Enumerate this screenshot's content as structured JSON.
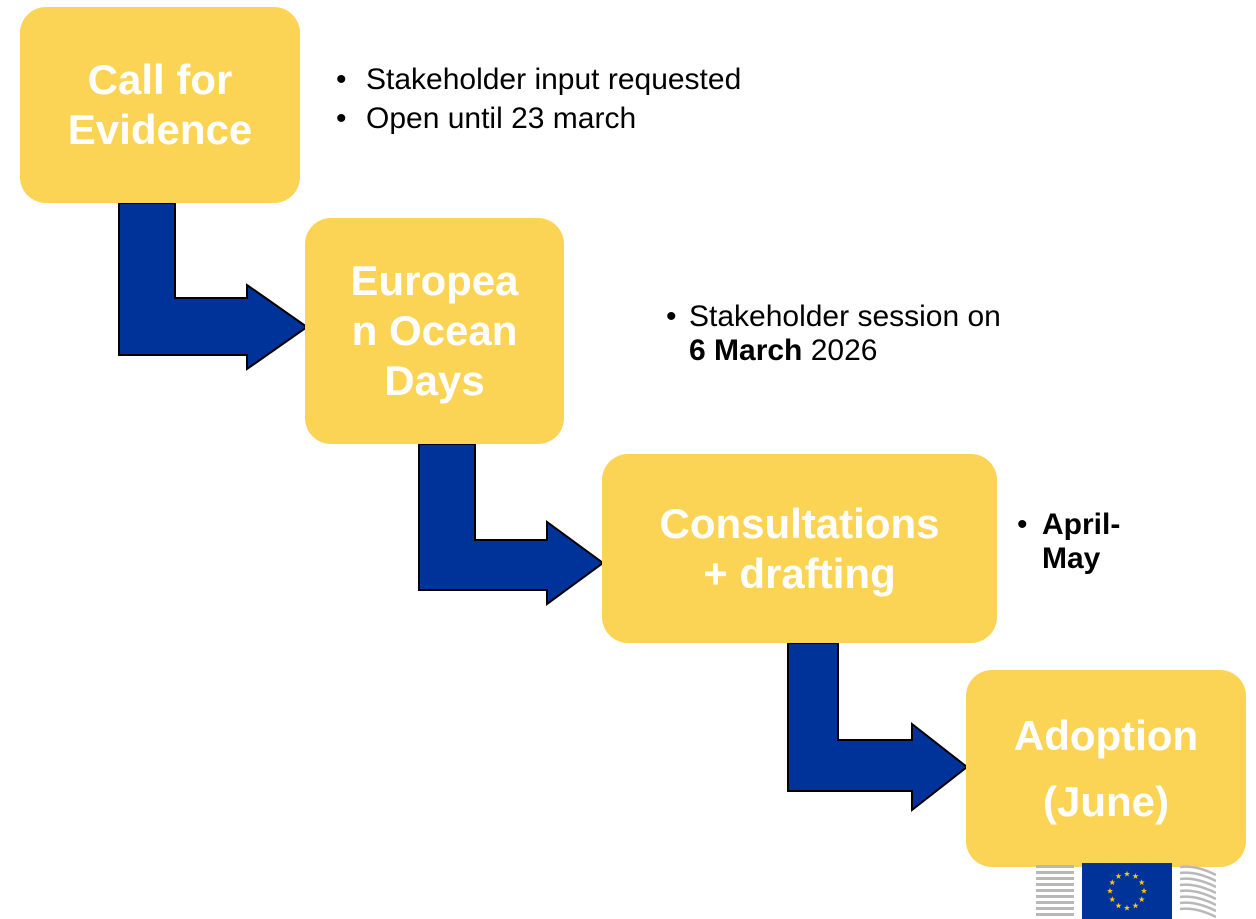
{
  "steps": [
    {
      "lines": [
        "Call for",
        "Evidence"
      ]
    },
    {
      "lines": [
        "Europea",
        "n Ocean",
        "Days"
      ]
    },
    {
      "lines": [
        "Consultations",
        "+ drafting"
      ]
    },
    {
      "lines": [
        "Adoption",
        "(June)"
      ]
    }
  ],
  "notes": {
    "call_for_evidence": [
      "Stakeholder input requested",
      "Open until 23 march"
    ],
    "ocean_days": {
      "line1": "Stakeholder session on",
      "date_bold": "6 March",
      "year": " 2026"
    },
    "consultations": [
      "April-",
      "May"
    ]
  },
  "colors": {
    "box_fill": "#fcd455",
    "box_text": "#ffffff",
    "arrow_fill": "#003399",
    "arrow_stroke": "#000000",
    "eu_blue": "#003399",
    "eu_star": "#ffcc00"
  },
  "icons": {
    "logo": "eu-flag-logo"
  }
}
